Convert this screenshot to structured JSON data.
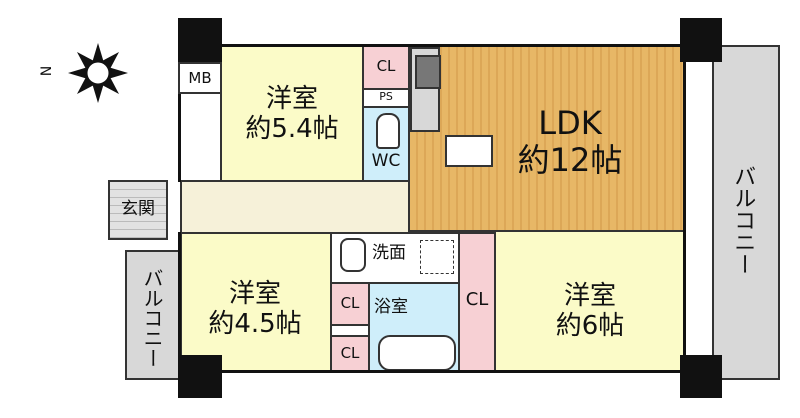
{
  "compass": {
    "north_label": "N"
  },
  "rooms": {
    "western1": {
      "name": "洋室",
      "size": "約5.4帖"
    },
    "western2": {
      "name": "洋室",
      "size": "約4.5帖"
    },
    "western3": {
      "name": "洋室",
      "size": "約6帖"
    },
    "ldk": {
      "name": "LDK",
      "size": "約12帖"
    },
    "entrance": "玄関",
    "mb": "MB",
    "cl_top": "CL",
    "ps": "PS",
    "wc": "WC",
    "washroom": "洗面",
    "bath": "浴室",
    "cl_small1": "CL",
    "cl_small2": "CL",
    "cl_tall": "CL",
    "balcony_right": "バルコニー",
    "balcony_left": "バルコニー"
  }
}
